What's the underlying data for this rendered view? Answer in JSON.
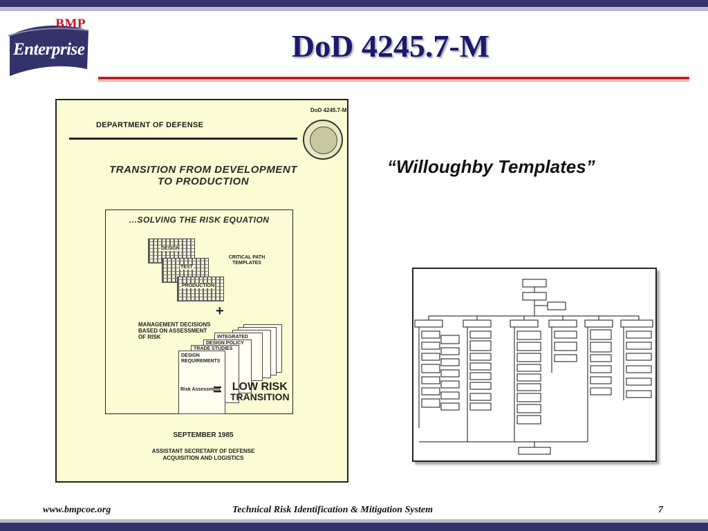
{
  "slide": {
    "title": "DoD 4245.7-M",
    "quote": "“Willoughby Templates”"
  },
  "logo": {
    "top": "BMP",
    "word": "Enterprise"
  },
  "document": {
    "code": "DoD 4245.7-M",
    "department": "DEPARTMENT OF DEFENSE",
    "title_line1": "TRANSITION FROM DEVELOPMENT",
    "title_line2": "TO PRODUCTION",
    "subtitle": "...SOLVING THE RISK EQUATION",
    "grid_labels": [
      "DESIGN",
      "TEST",
      "PRODUCTION"
    ],
    "critical_path": "CRITICAL PATH TEMPLATES",
    "management": "MANAGEMENT DECISIONS BASED ON ASSESSMENT OF RISK",
    "pages": [
      "INTEGRATED",
      "DESIGN POLICY",
      "TRADE STUDIES",
      "DESIGN REQUIREMENTS"
    ],
    "risk_assessment": "Risk Assessment",
    "low_risk_line1": "LOW RISK",
    "low_risk_line2": "TRANSITION",
    "date": "SEPTEMBER 1985",
    "assistant_line1": "ASSISTANT SECRETARY OF DEFENSE",
    "assistant_line2": "ACQUISITION AND LOGISTICS"
  },
  "footer": {
    "website": "www.bmpcoe.org",
    "system": "Technical Risk Identification & Mitigation System",
    "page": "7"
  },
  "colors": {
    "band": "#33336b",
    "title": "#1a1a6e",
    "rule": "#c41e2a",
    "document_bg": "#fbfbd4"
  }
}
